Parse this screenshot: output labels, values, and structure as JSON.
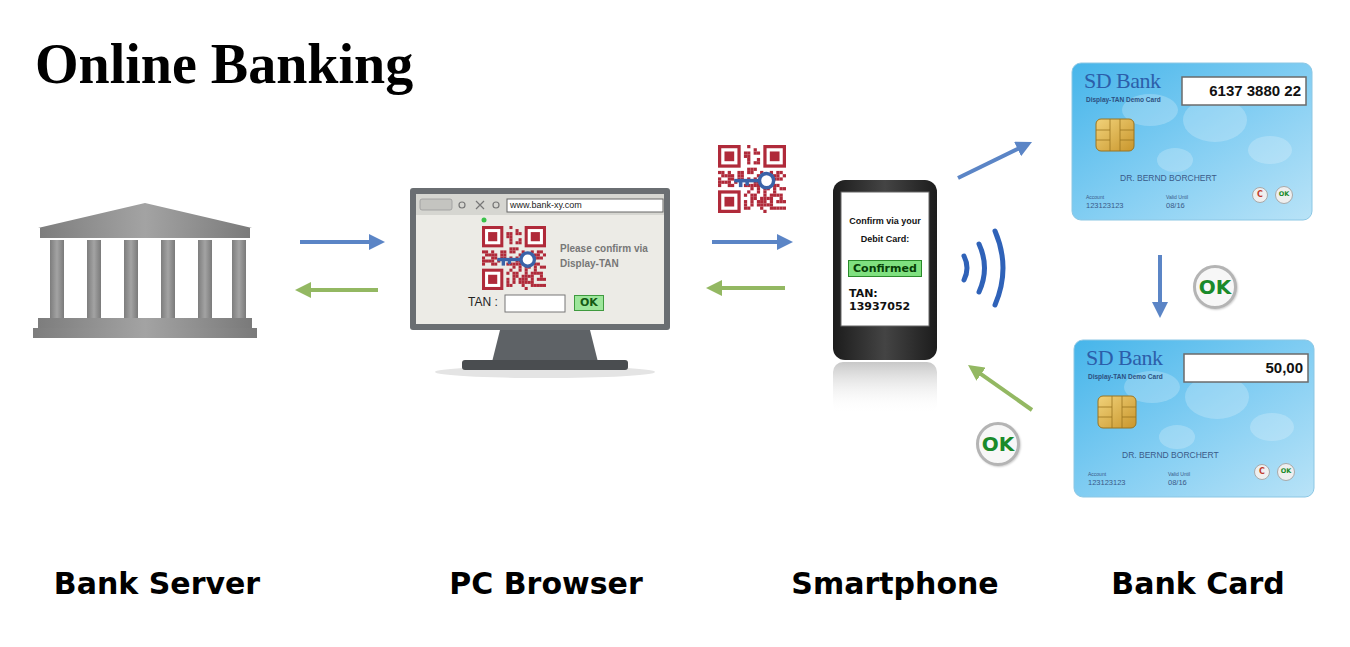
{
  "diagram": {
    "title": "Online Banking",
    "nodes": [
      {
        "text": [
          "Bank Server"
        ]
      },
      {
        "text": [
          "PC Browser",
          "www.bank-xy.com",
          "Please confirm via Display-TAN",
          "TAN :",
          "OK"
        ]
      },
      {
        "text": [
          "Smartphone",
          "Confirm via your Debit Card:",
          "Confirmed",
          "TAN: 13937052"
        ]
      },
      {
        "text": [
          "SD Bank",
          "Display-TAN Demo Card",
          "6137 3880 22",
          "DR. BERND BORCHERT",
          "Account",
          "123123123",
          "Valid Until",
          "08/16",
          "C",
          "OK"
        ]
      },
      {
        "text": [
          "SD Bank",
          "Display-TAN Demo Card",
          "50,00",
          "DR. BERND BORCHERT",
          "Account",
          "123123123",
          "Valid Until",
          "08/16",
          "C",
          "OK"
        ]
      }
    ],
    "edges": [
      {
        "from": 0,
        "to": 1,
        "arrow": "to"
      },
      {
        "from": 1,
        "to": 0,
        "arrow": "to"
      },
      {
        "from": 1,
        "to": 2,
        "arrow": "to"
      },
      {
        "from": 2,
        "to": 1,
        "arrow": "to"
      },
      {
        "from": 2,
        "to": 3,
        "arrow": "to"
      },
      {
        "from": 3,
        "to": 4,
        "arrow": "to",
        "label": "OK"
      },
      {
        "from": 4,
        "to": 2,
        "arrow": "to",
        "label": "OK"
      }
    ],
    "labels": [
      "Bank Card"
    ]
  }
}
